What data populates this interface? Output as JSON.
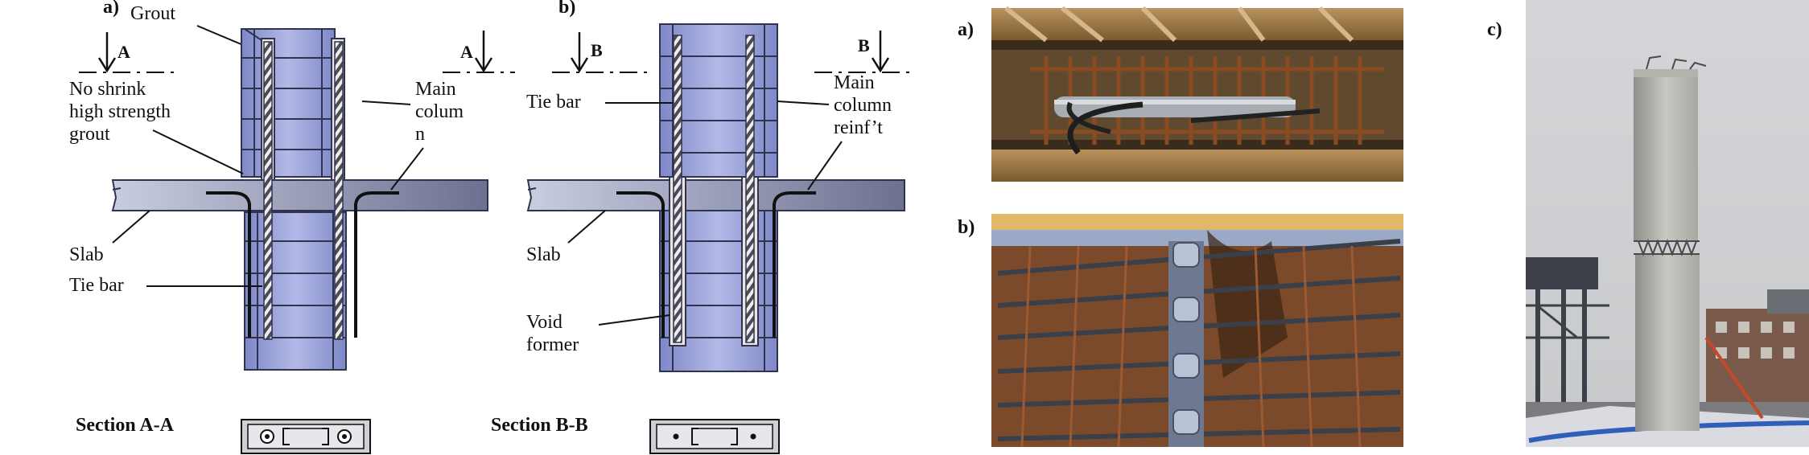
{
  "drawing_a": {
    "panel_label": "a)",
    "section_mark": "A",
    "labels": {
      "grout": "Grout",
      "no_shrink_1": "No shrink",
      "no_shrink_2": "high strength",
      "no_shrink_3": "grout",
      "main_colum_1": "Main",
      "main_colum_2": "colum",
      "main_colum_3": "n",
      "slab": "Slab",
      "tie_bar": "Tie bar"
    },
    "section_title": "Section A-A"
  },
  "drawing_b": {
    "panel_label": "b)",
    "section_mark": "B",
    "labels": {
      "tie_bar": "Tie bar",
      "main_col_1": "Main",
      "main_col_2": "column",
      "main_col_3": "reinf’t",
      "slab": "Slab",
      "void_1": "Void",
      "void_2": "former"
    },
    "section_title": "Section B-B"
  },
  "photos": {
    "a_label": "a)",
    "b_label": "b)",
    "c_label": "c)"
  },
  "colors": {
    "column_fill": "#9aa3d8",
    "slab_fill": "#a9aec8",
    "rebar": "#4a4e6e",
    "grout": "#e9e6df"
  }
}
